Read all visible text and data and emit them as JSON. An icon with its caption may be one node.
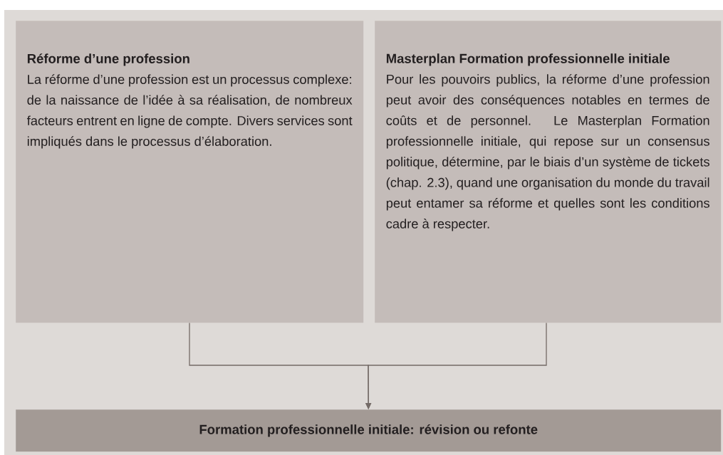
{
  "diagram": {
    "nodes": [
      {
        "text": [
          "Réforme d’une profession",
          "La réforme d’une profession est un processus complexe: de la naissance de l’idée à sa réalisation, de nombreux facteurs entrent en ligne de compte. Divers services sont impliqués dans le processus d’élaboration."
        ]
      },
      {
        "text": [
          "Masterplan Formation professionnelle initiale",
          "Pour les pouvoirs publics, la réforme d’une profession peut avoir des conséquences notables en termes de coûts et de personnel. Le Masterplan Formation professionnelle initiale, qui repose sur un consensus politique, détermine, par le biais d’un système de tickets (chap. 2.3), quand une organisation du monde du travail peut entamer sa réforme et quelles sont les conditions cadre à respecter."
        ]
      },
      {
        "text": [
          "Formation professionnelle initiale: révision ou refonte"
        ]
      }
    ],
    "edges": [
      {
        "from": 0,
        "to": 2,
        "arrow": "to"
      },
      {
        "from": 1,
        "to": 2,
        "arrow": "to"
      }
    ]
  }
}
